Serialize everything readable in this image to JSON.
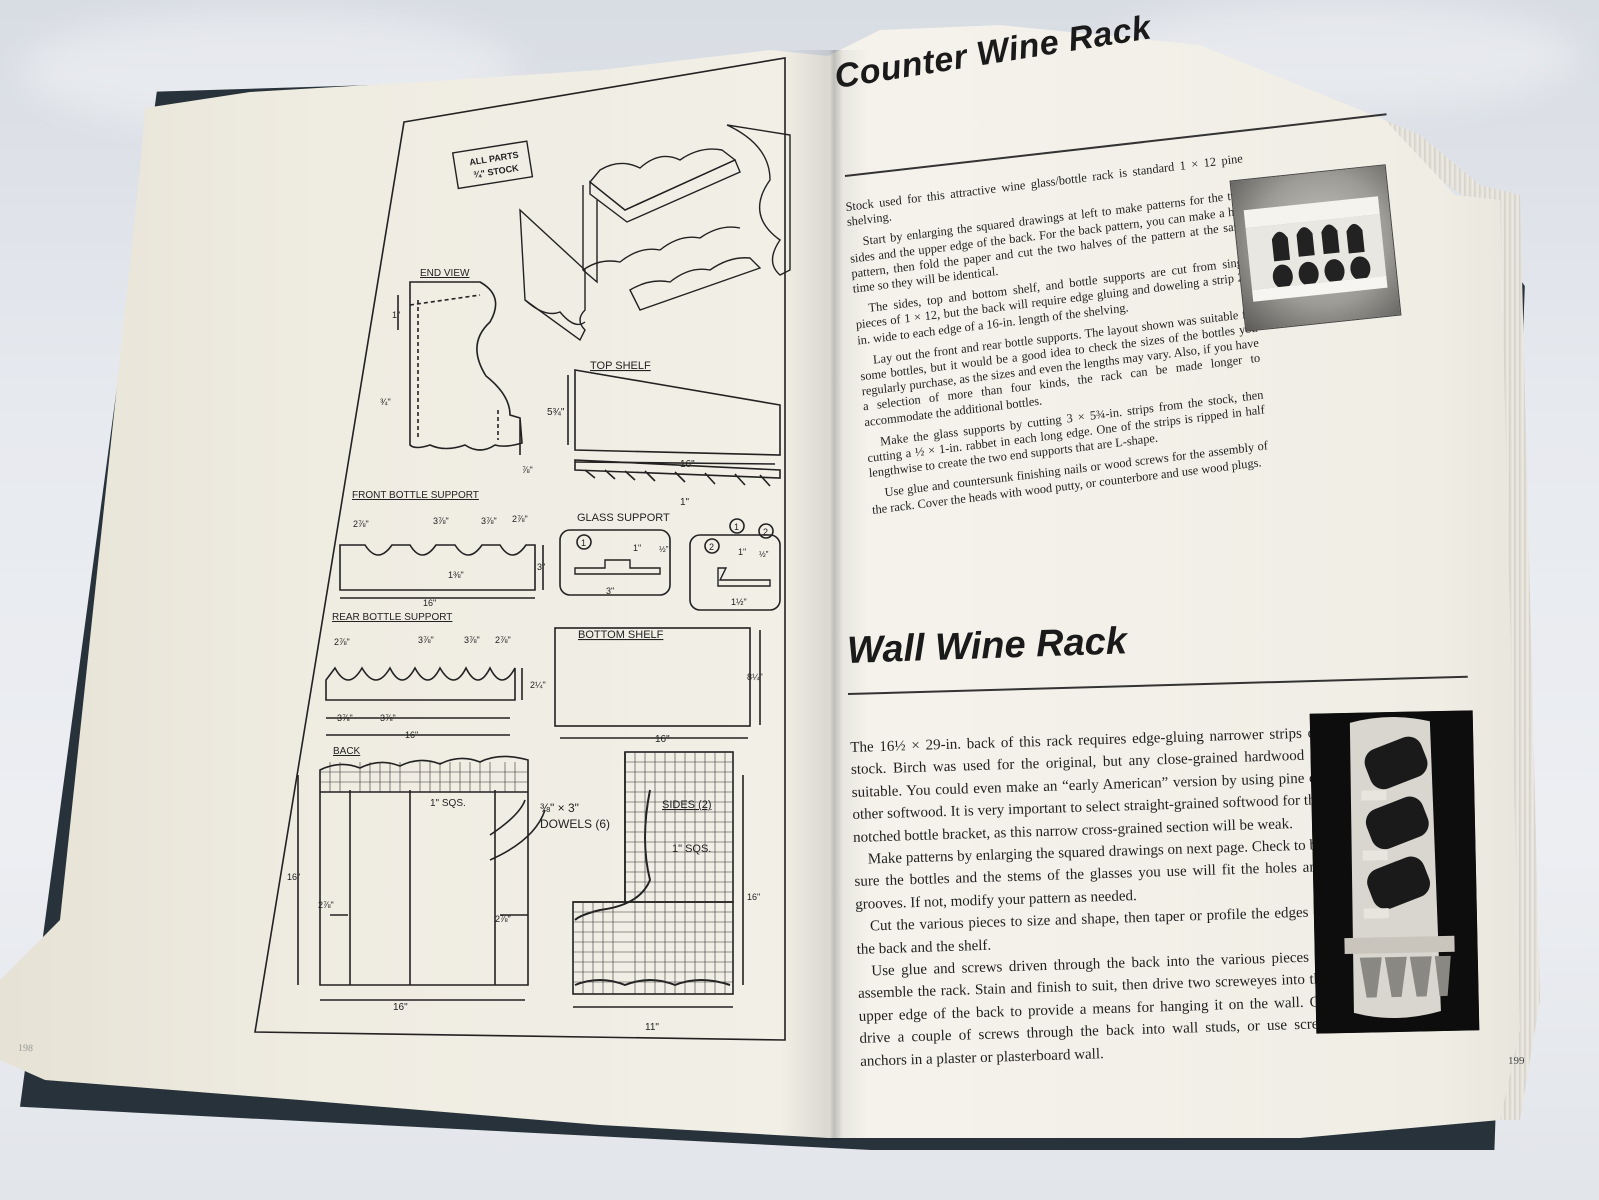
{
  "left_page": {
    "number": "198",
    "parts_note": [
      "ALL PARTS",
      "¾\" STOCK"
    ],
    "labels": {
      "end_view": "END VIEW",
      "top_shelf": "TOP SHELF",
      "front_bottle_support": "FRONT BOTTLE SUPPORT",
      "glass_support": "GLASS SUPPORT",
      "rear_bottle_support": "REAR BOTTLE SUPPORT",
      "bottom_shelf": "BOTTOM SHELF",
      "back": "BACK",
      "sides": "SIDES (2)",
      "dowels_line1": "⅜\" × 3\"",
      "dowels_line2": "DOWELS (6)",
      "back_squares": "1\" SQS.",
      "sides_squares": "1\" SQS."
    },
    "dims": {
      "end_view_top": "1\"",
      "end_view_side": "¾\"",
      "end_view_bottom": "⅞\"",
      "top_shelf_height": "5¾\"",
      "top_shelf_width": "16\"",
      "top_shelf_notch": "1\"",
      "front_a": "2⅞\"",
      "front_b": "3⅞\"",
      "front_c": "3⅞\"",
      "front_d": "2⅞\"",
      "front_hole": "1⅜\"",
      "front_height": "3\"",
      "front_width": "16\"",
      "glass1_top": "1\"",
      "glass1_side": "½\"",
      "glass1_width": "3\"",
      "glass2_top": "1\"",
      "glass2_side": "½\"",
      "glass2_width": "1½\"",
      "rear_a": "2⅞\"",
      "rear_b": "3⅞\"",
      "rear_c": "3⅞\"",
      "rear_d": "2⅞\"",
      "rear_height": "2¼\"",
      "rear_spacing1": "3⅞\"",
      "rear_spacing2": "3⅞\"",
      "rear_width": "16\"",
      "bottom_height": "8¼\"",
      "bottom_width": "16\"",
      "back_height": "16\"",
      "back_width": "16\"",
      "back_left_offset": "2⅞\"",
      "back_right_offset": "2⅞\"",
      "sides_height": "16\"",
      "sides_width": "11\"",
      "callout_1": "1",
      "callout_2": "2"
    }
  },
  "right_page": {
    "number": "199",
    "section1": {
      "title": "Counter Wine Rack",
      "paragraphs": [
        "Stock used for this attractive wine glass/bottle rack is standard 1 × 12 pine shelving.",
        "Start by enlarging the squared drawings at left to make patterns for the two sides and the upper edge of the back. For the back pattern, you can make a half pattern, then fold the paper and cut the two halves of the pattern at the same time so they will be identical.",
        "The sides, top and bottom shelf, and bottle supports are cut from single pieces of 1 × 12, but the back will require edge gluing and doweling a strip 2⅜ in. wide to each edge of a 16-in. length of the shelving.",
        "Lay out the front and rear bottle supports. The layout shown was suitable for some bottles, but it would be a good idea to check the sizes of the bottles you regularly purchase, as the sizes and even the lengths may vary. Also, if you have a selection of more than four kinds, the rack can be made longer to accommodate the additional bottles.",
        "Make the glass supports by cutting 3 × 5¾-in. strips from the stock, then cutting a ½ × 1-in. rabbet in each long edge. One of the strips is ripped in half lengthwise to create the two end supports that are L-shape.",
        "Use glue and countersunk finishing nails or wood screws for the assembly of the rack. Cover the heads with wood putty, or counterbore and use wood plugs."
      ]
    },
    "section2": {
      "title": "Wall Wine Rack",
      "paragraphs": [
        "The 16½ × 29-in. back of this rack requires edge-gluing narrower strips of stock. Birch was used for the original, but any close-grained hardwood is suitable. You could even make an “early American” version by using pine or other softwood. It is very important to select straight-grained softwood for the notched bottle bracket, as this narrow cross-grained section will be weak.",
        "Make patterns by enlarging the squared drawings on next page. Check to be sure the bottles and the stems of the glasses you use will fit the holes and grooves. If not, modify your pattern as needed.",
        "Cut the various pieces to size and shape, then taper or profile the edges of the back and the shelf.",
        "Use glue and screws driven through the back into the various pieces to assemble the rack. Stain and finish to suit, then drive two screweyes into the upper edge of the back to provide a means for hanging it on the wall. Or, drive a couple of screws through the back into wall studs, or use screw anchors in a plaster or plasterboard wall."
      ]
    }
  }
}
